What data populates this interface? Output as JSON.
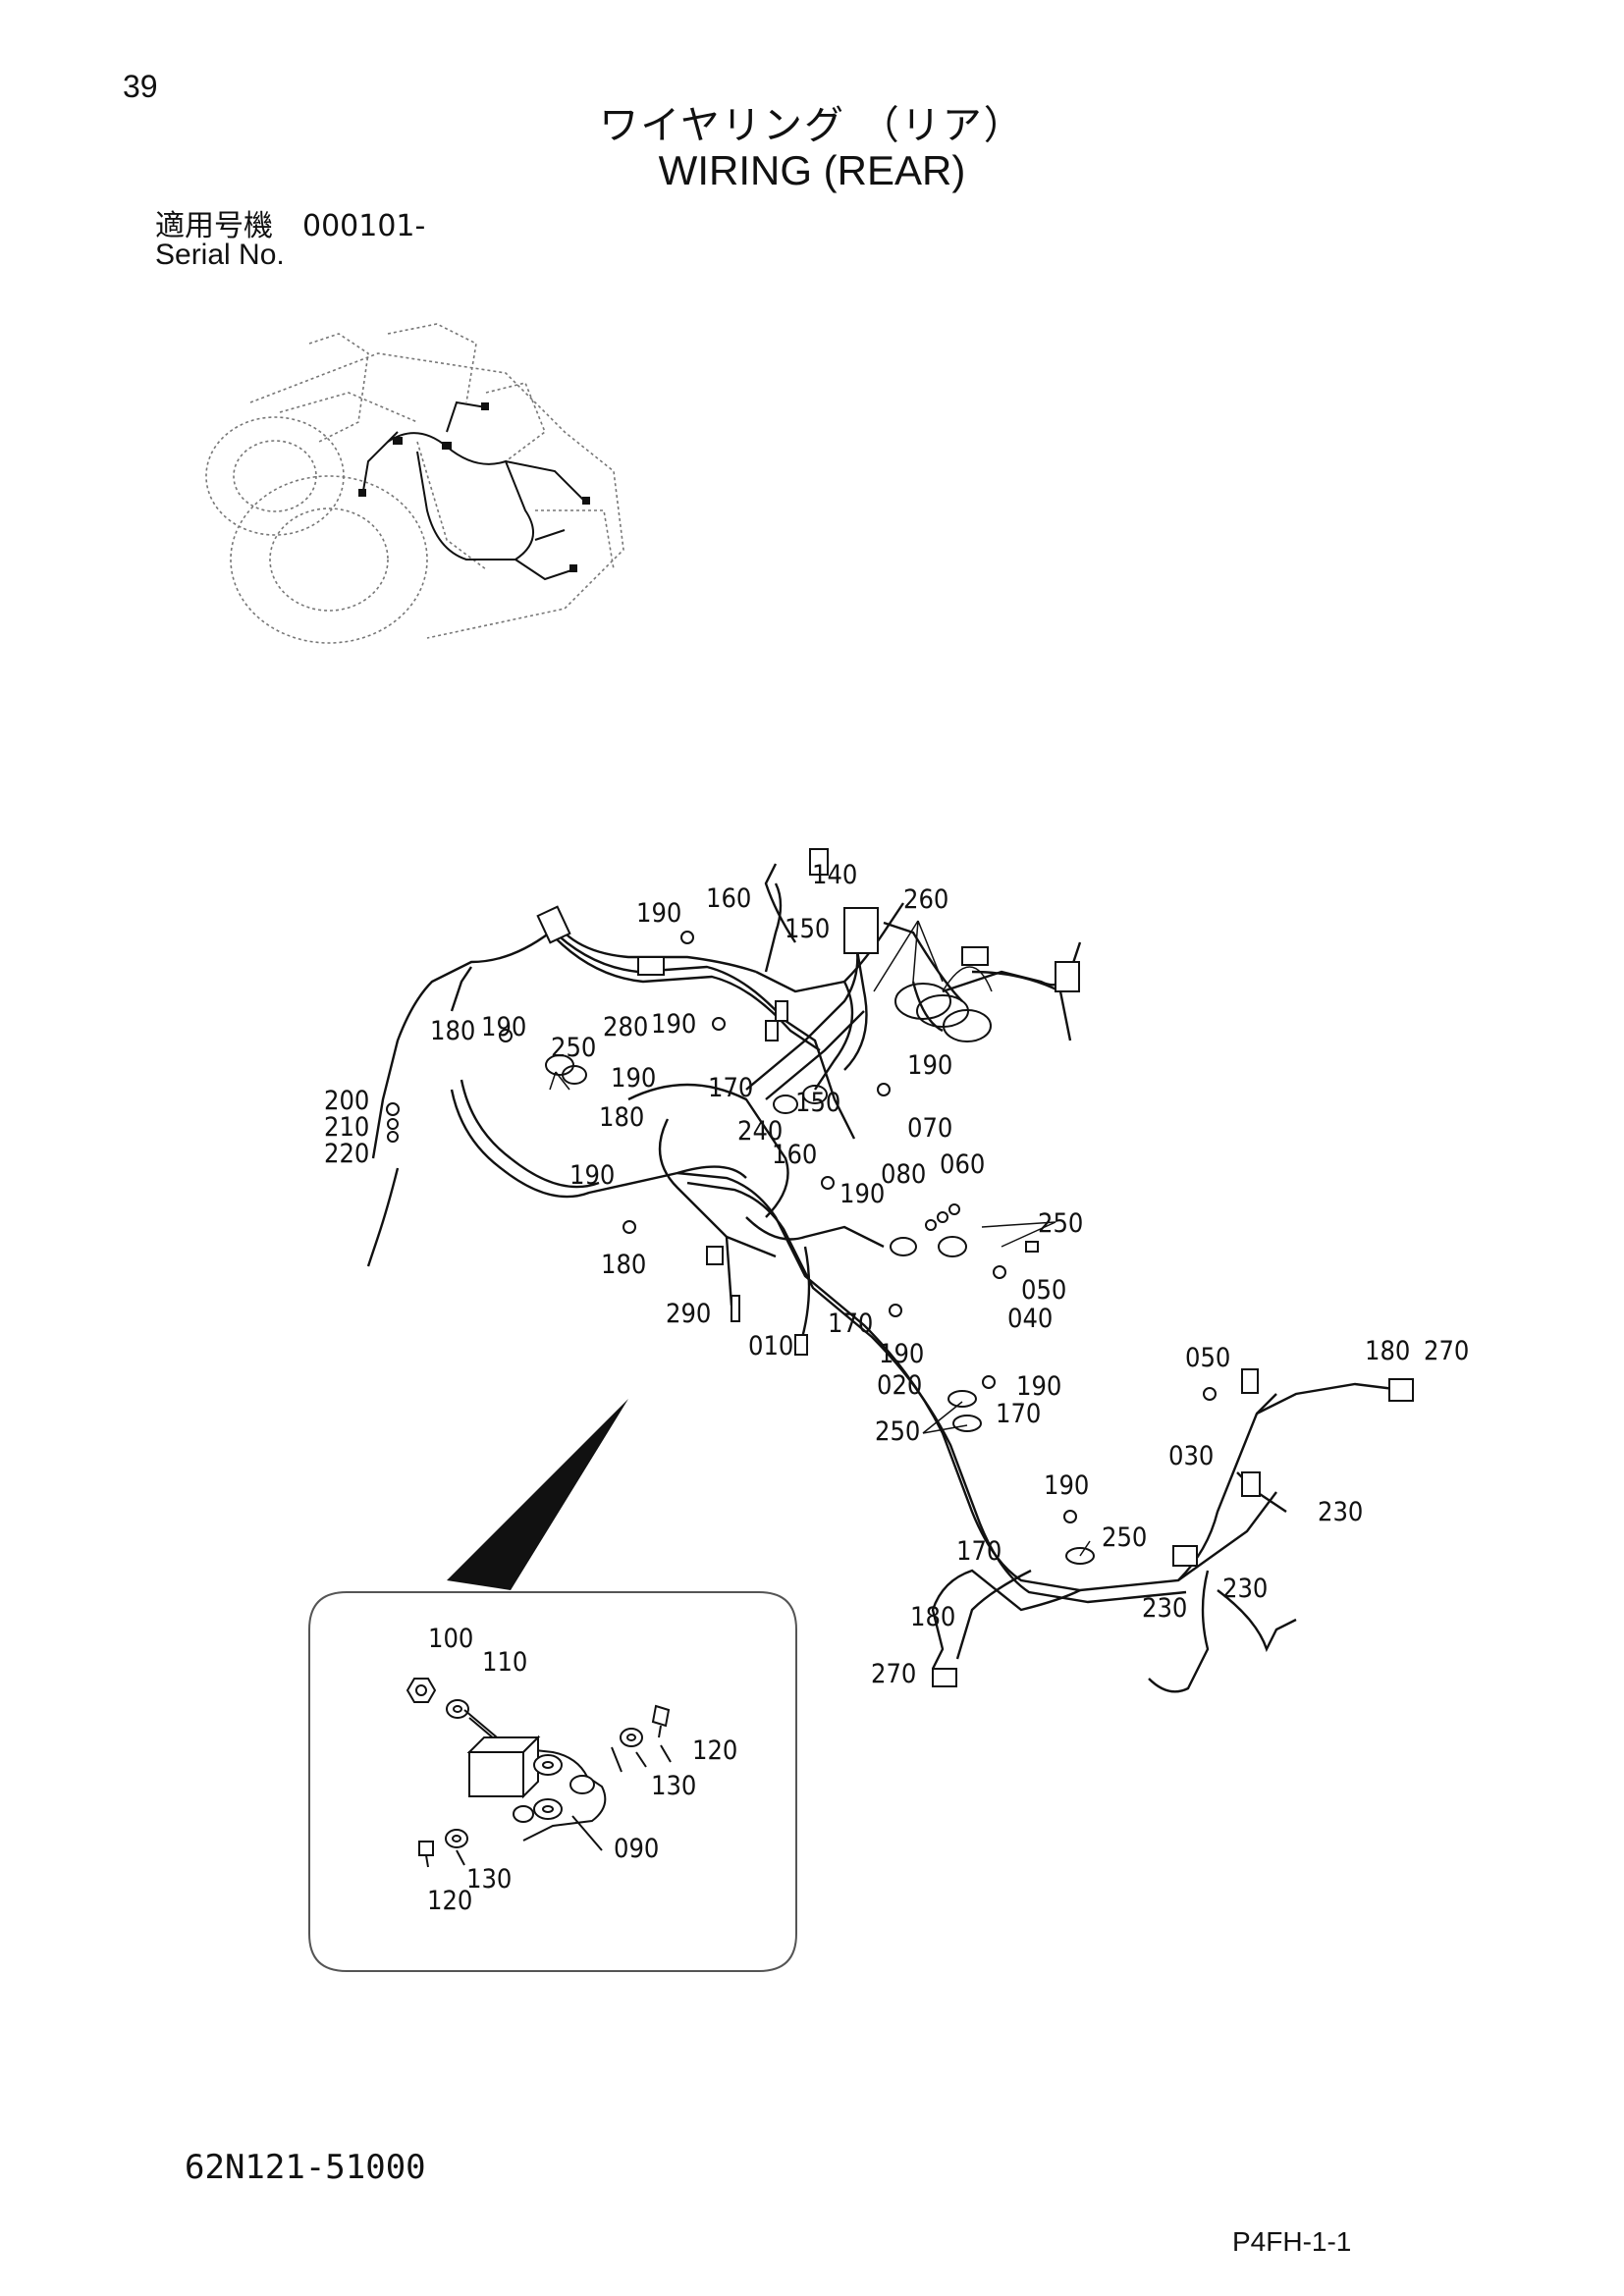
{
  "header": {
    "page_number": "39",
    "title_jp": "ワイヤリング （リア）",
    "title_en": "WIRING (REAR)",
    "serial_label_jp": "適用号機　000101-",
    "serial_label_en": "Serial No."
  },
  "footer": {
    "drawing_number": "62N121-51000",
    "page_code": "P4FH-1-1"
  },
  "callouts": {
    "c140": "140",
    "c260": "260",
    "c190a": "190",
    "c160a": "160",
    "c150a": "150",
    "c280": "280",
    "c190b": "190",
    "c180a": "180",
    "c190c": "190",
    "c250a": "250",
    "c200": "200",
    "c210": "210",
    "c220": "220",
    "c190d": "190",
    "c170a": "170",
    "c190e": "190",
    "c150b": "150",
    "c180b": "180",
    "c240": "240",
    "c160b": "160",
    "c190f": "190",
    "c070": "070",
    "c080": "080",
    "c060": "060",
    "c190g": "190",
    "c250b": "250",
    "c180c": "180",
    "c050a": "050",
    "c290": "290",
    "c040": "040",
    "c170b": "170",
    "c010": "010",
    "c190h": "190",
    "c020": "020",
    "c190i": "190",
    "c050b": "050",
    "c180d": "180",
    "c270a": "270",
    "c170c": "170",
    "c250c": "250",
    "c030": "030",
    "c190j": "190",
    "c230a": "230",
    "c250d": "250",
    "c170d": "170",
    "c230b": "230",
    "c230c": "230",
    "c180e": "180",
    "c270b": "270"
  },
  "inset_callouts": {
    "i100": "100",
    "i110": "110",
    "i120a": "120",
    "i130a": "130",
    "i090": "090",
    "i130b": "130",
    "i120b": "120"
  }
}
